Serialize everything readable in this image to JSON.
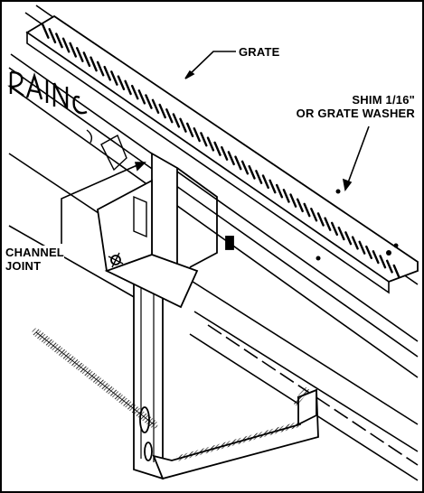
{
  "labels": {
    "grate": "GRATE",
    "shim_line1": "SHIM 1/16\"",
    "shim_line2": "OR GRATE WASHER",
    "channel_line1": "CHANNEL",
    "channel_line2": "JOINT",
    "cast_lettering": "RAIN"
  },
  "colors": {
    "ink": "#000000",
    "paper": "#ffffff"
  }
}
